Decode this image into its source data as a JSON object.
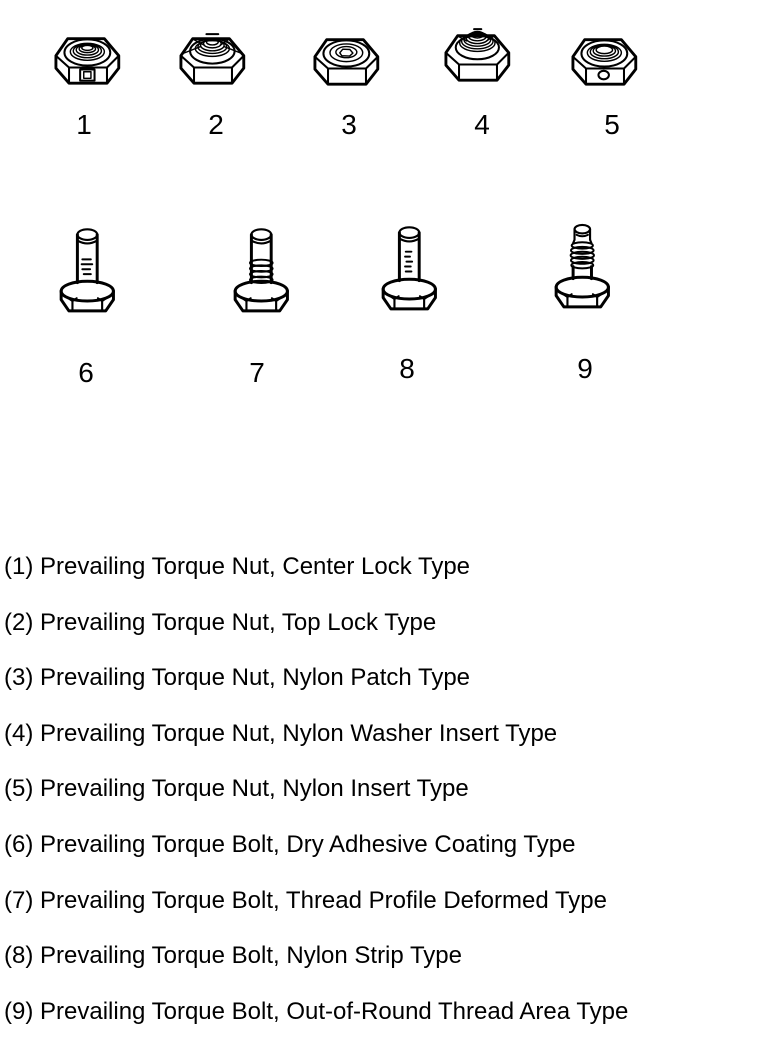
{
  "page": {
    "background": "#ffffff",
    "ink": "#000000"
  },
  "figures": {
    "nuts": [
      {
        "label": "1",
        "type": "Center Lock"
      },
      {
        "label": "2",
        "type": "Top Lock"
      },
      {
        "label": "3",
        "type": "Nylon Patch"
      },
      {
        "label": "4",
        "type": "Nylon Washer Insert"
      },
      {
        "label": "5",
        "type": "Nylon Insert"
      }
    ],
    "bolts": [
      {
        "label": "6",
        "type": "Dry Adhesive Coating"
      },
      {
        "label": "7",
        "type": "Thread Profile Deformed"
      },
      {
        "label": "8",
        "type": "Nylon Strip"
      },
      {
        "label": "9",
        "type": "Out-of-Round Thread Area"
      }
    ]
  },
  "legend": {
    "items": [
      {
        "text": "(1) Prevailing Torque Nut, Center Lock Type"
      },
      {
        "text": "(2) Prevailing Torque Nut, Top Lock Type"
      },
      {
        "text": "(3) Prevailing Torque Nut, Nylon Patch Type"
      },
      {
        "text": "(4) Prevailing Torque Nut, Nylon Washer Insert Type"
      },
      {
        "text": "(5) Prevailing Torque Nut, Nylon Insert Type"
      },
      {
        "text": "(6) Prevailing Torque Bolt, Dry Adhesive Coating Type"
      },
      {
        "text": "(7) Prevailing Torque Bolt, Thread Profile Deformed Type"
      },
      {
        "text": "(8) Prevailing Torque Bolt, Nylon Strip Type"
      },
      {
        "text": "(9) Prevailing Torque Bolt, Out-of-Round Thread Area Type"
      }
    ]
  }
}
